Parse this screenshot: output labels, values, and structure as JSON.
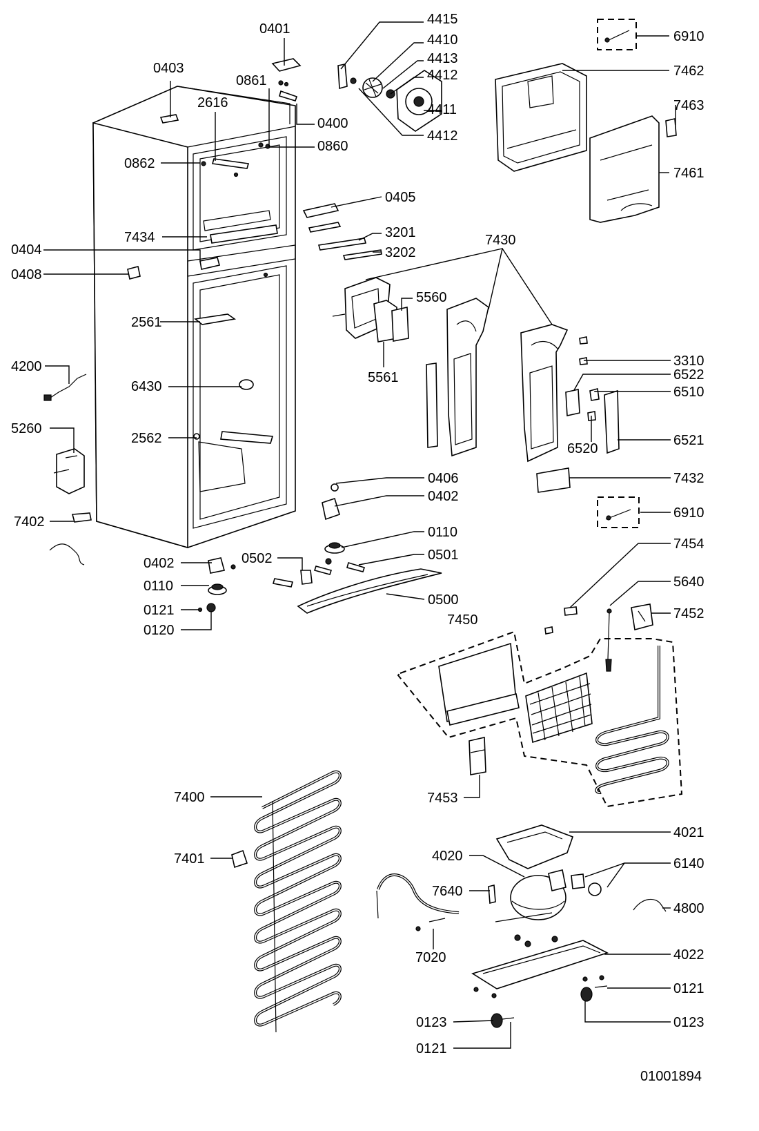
{
  "diagram": {
    "callouts": [
      "0401",
      "0403",
      "0861",
      "2616",
      "0400",
      "0860",
      "0862",
      "4415",
      "4410",
      "4413",
      "4412",
      "4411",
      "4412",
      "6910",
      "7462",
      "7463",
      "7461",
      "0405",
      "3201",
      "3202",
      "7434",
      "0404",
      "0408",
      "7430",
      "5560",
      "2561",
      "5561",
      "3310",
      "6522",
      "6510",
      "4200",
      "6430",
      "6521",
      "5260",
      "2562",
      "6520",
      "7432",
      "0406",
      "0402",
      "6910",
      "7402",
      "0110",
      "0501",
      "0502",
      "0402",
      "0110",
      "0500",
      "0121",
      "0120",
      "7454",
      "5640",
      "7452",
      "7450",
      "7453",
      "7400",
      "4021",
      "7401",
      "4020",
      "6140",
      "7640",
      "4800",
      "7020",
      "4022",
      "0121",
      "0123",
      "0123",
      "0121"
    ],
    "drawing_number": "01001894"
  }
}
